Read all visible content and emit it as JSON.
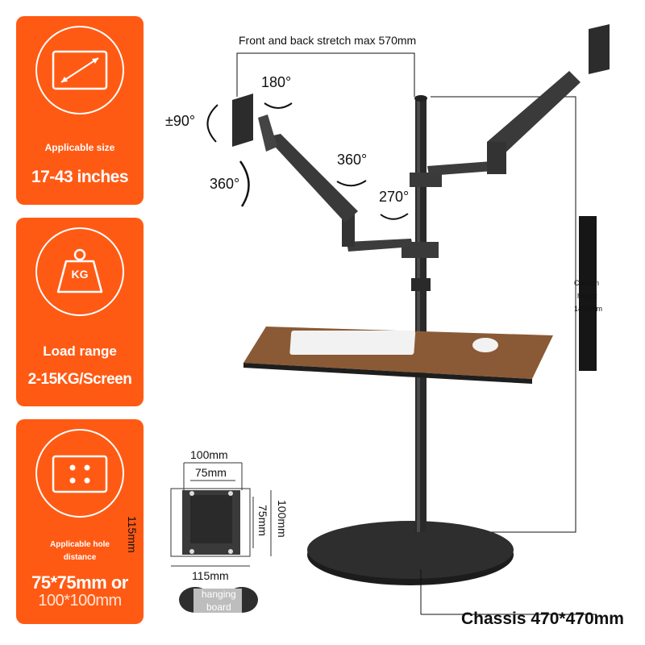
{
  "cards": [
    {
      "icon": "screen-size-icon",
      "caption": "Applicable size",
      "value": "17-43 inches"
    },
    {
      "icon": "weight-kg-icon",
      "icon_text": "KG",
      "caption": "Load range",
      "value": "2-15KG/Screen"
    },
    {
      "icon": "vesa-holes-icon",
      "caption_lines": [
        "Applicable hole",
        "distance"
      ],
      "value_lines": [
        "75*75mm or",
        "100*100mm"
      ]
    }
  ],
  "stretch_label": "Front and back stretch max 570mm",
  "angles": {
    "tilt": "±90°",
    "swivel_top": "180°",
    "rotate_left": "360°",
    "arm_rotate": "360°",
    "pole_rotate": "270°"
  },
  "column_lines": [
    "Column",
    "height",
    "1400mm"
  ],
  "vesa": {
    "top_outer": "100mm",
    "top_inner": "75mm",
    "left": "115mm",
    "right_inner": "75mm",
    "right_outer": "100mm",
    "bottom": "115mm",
    "hanging_lines": [
      "hanging",
      "board"
    ]
  },
  "chassis_label": "Chassis 470*470mm",
  "colors": {
    "accent": "#ff5a14",
    "desk": "#8a5a36",
    "metal": "#2b2b2b"
  }
}
